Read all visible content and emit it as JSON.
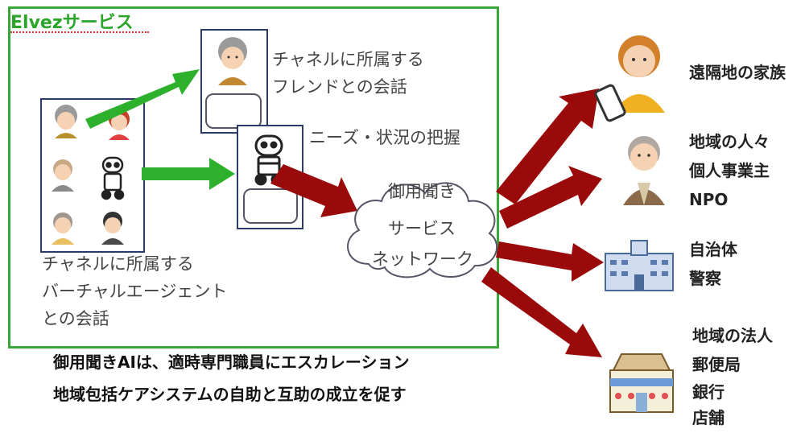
{
  "elvez": {
    "title": "Elvezサービス"
  },
  "friend": {
    "line1": "チャネルに所属する",
    "line2": "フレンドとの会話"
  },
  "agent": {
    "line1": "チャネルに所属する",
    "line2": "バーチャルエージェント",
    "line3": "との会話"
  },
  "needs": {
    "label": "ニーズ・状況の把握"
  },
  "cloud": {
    "line1": "御用聞き",
    "line2": "サービス",
    "line3": "ネットワーク"
  },
  "caption": {
    "line1": "御用聞きAIは、適時専門職員にエスカレーション",
    "line2": "地域包括ケアシステムの自助と互助の成立を促す"
  },
  "targets": {
    "family": {
      "line1": "遠隔地の家族"
    },
    "local": {
      "line1": "地域の人々",
      "line2": "個人事業主",
      "line3": "NPO"
    },
    "gov": {
      "line1": "自治体",
      "line2": "警察"
    },
    "corp": {
      "line1": "地域の法人",
      "line2": "郵便局",
      "line3": "銀行",
      "line4": "店舗"
    }
  },
  "colors": {
    "green_arrow": "#2db12d",
    "red_arrow": "#9b0a0a",
    "frame": "#3aa63a"
  },
  "icons": [
    "grandmother-icon",
    "robot-icon",
    "person-icon",
    "woman-phone-icon",
    "elderly-man-icon",
    "city-hall-icon",
    "shop-icon",
    "cloud-icon"
  ]
}
